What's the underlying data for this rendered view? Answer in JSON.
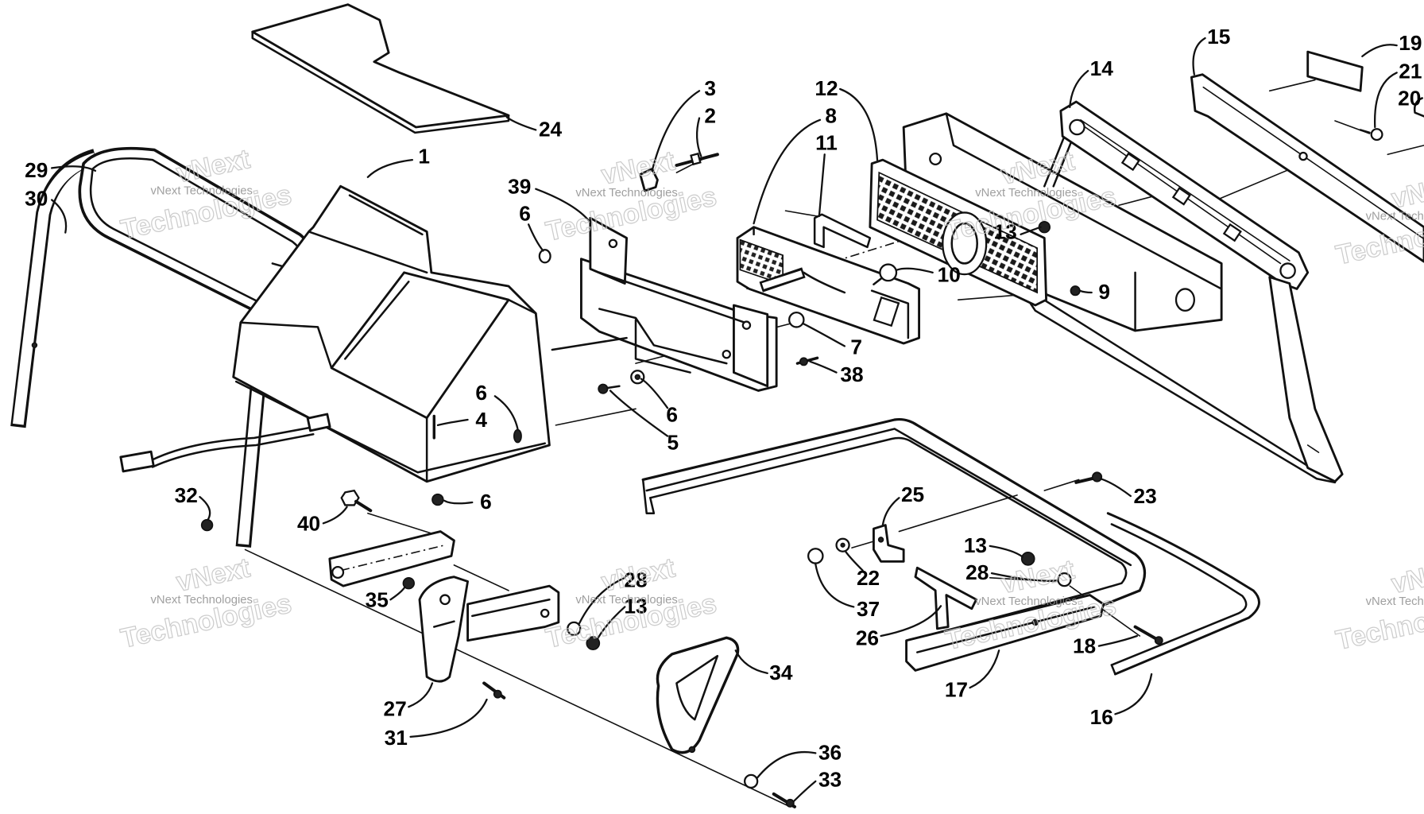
{
  "diagram": {
    "callouts": [
      "15",
      "19",
      "21",
      "20",
      "14",
      "12",
      "8",
      "11",
      "3",
      "2",
      "1",
      "24",
      "29",
      "30",
      "39",
      "6",
      "13",
      "10",
      "9",
      "7",
      "38",
      "6",
      "4",
      "6",
      "5",
      "6",
      "32",
      "40",
      "25",
      "23",
      "13",
      "28",
      "22",
      "37",
      "26",
      "35",
      "28",
      "13",
      "18",
      "34",
      "17",
      "27",
      "31",
      "16",
      "36",
      "33"
    ]
  },
  "watermark": {
    "brand": "vNext",
    "word": "Technologies",
    "caption": "vNext Technologies"
  }
}
